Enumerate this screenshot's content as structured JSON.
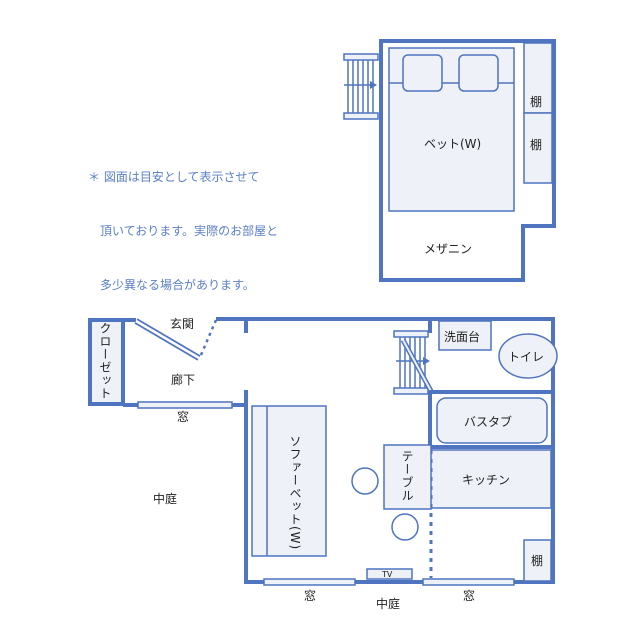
{
  "colors": {
    "wall": "#4f74c0",
    "fill": "#eef1f8",
    "note_text": "#5b7fc4"
  },
  "note": {
    "lines": [
      "＊ 図面は目安として表示させて",
      "　頂いております。実際のお部屋と",
      "　多少異なる場合があります。"
    ]
  },
  "mezzanine": {
    "label": "メザニン",
    "bed_label": "ベット(W)",
    "shelf_top": "棚",
    "shelf_bottom": "棚"
  },
  "ground": {
    "entrance": "玄関",
    "closet": "クローゼット",
    "hallway": "廊下",
    "window_hall": "窓",
    "courtyard_left": "中庭",
    "sofa_bed": "ソファーベット(W)",
    "table": "テーブル",
    "washstand": "洗面台",
    "toilet": "トイレ",
    "bathtub": "バスタブ",
    "kitchen": "キッチン",
    "shelf": "棚",
    "tv": "TV",
    "window_bottom_left": "窓",
    "window_bottom_right": "窓",
    "courtyard_bottom": "中庭"
  }
}
